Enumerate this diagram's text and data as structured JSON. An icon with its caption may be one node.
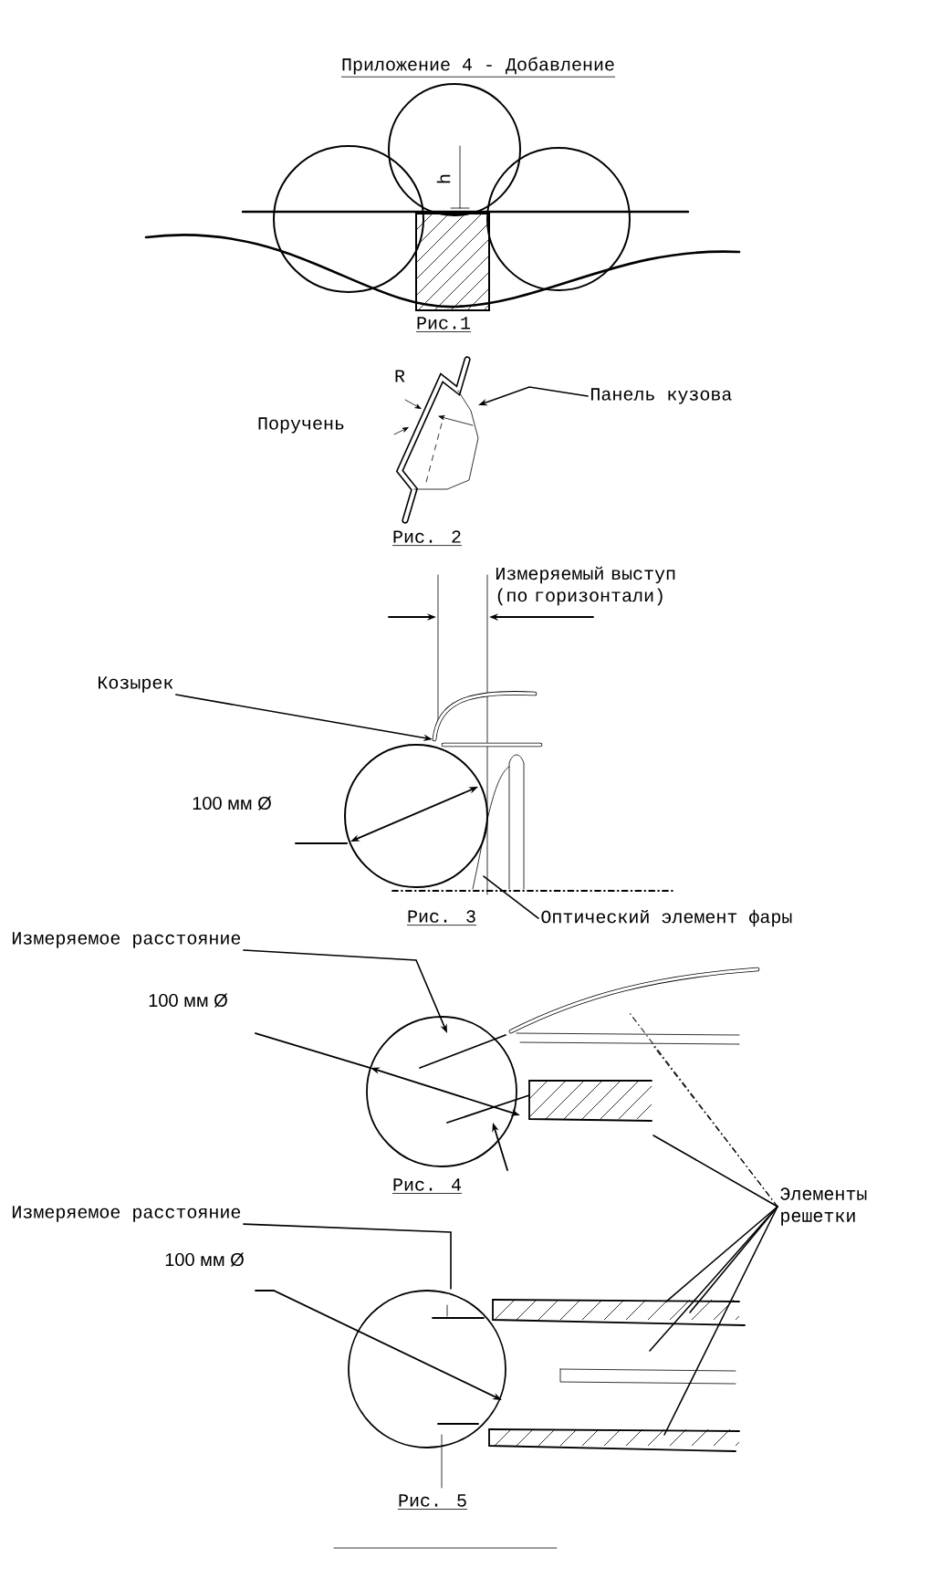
{
  "diagram": {
    "title": "Приложение 4 - Добавление",
    "nodes": [
      {
        "text": [],
        "shape": "picture"
      },
      {
        "text": [
          "Панель кузова"
        ]
      },
      {
        "text": [],
        "shape": "picture"
      },
      {
        "text": [
          "Козырек"
        ]
      },
      {
        "text": [
          "Оптический элемент фары"
        ]
      },
      {
        "text": [
          "Измеряемое расстояние"
        ]
      },
      {
        "text": [],
        "shape": "picture"
      },
      {
        "text": [
          "Элементы решетки"
        ]
      },
      {
        "text": [
          "Измеряемое расстояние"
        ]
      },
      {
        "text": [],
        "shape": "picture"
      }
    ],
    "edges": [
      {
        "from": 1,
        "to": 0,
        "arrow": "to"
      },
      {
        "from": 3,
        "to": 2,
        "arrow": "to"
      },
      {
        "from": 4,
        "to": 2,
        "arrow": "none"
      },
      {
        "from": 5,
        "to": 6,
        "arrow": "to"
      },
      {
        "from": 7,
        "to": 6,
        "arrow": "none",
        "style": "dashed"
      },
      {
        "from": 7,
        "to": 6,
        "arrow": "none",
        "style": "dashed"
      },
      {
        "from": 7,
        "to": 6,
        "arrow": "none"
      },
      {
        "from": 7,
        "to": 9,
        "arrow": "none"
      },
      {
        "from": 7,
        "to": 9,
        "arrow": "none"
      },
      {
        "from": 7,
        "to": 9,
        "arrow": "none"
      },
      {
        "from": 7,
        "to": 9,
        "arrow": "none"
      },
      {
        "from": 8,
        "to": 9,
        "arrow": "none"
      }
    ],
    "labels": [
      "h",
      "Рис.1",
      "R",
      "Поручень",
      "Рис. 2",
      "Измеряемый выступ (по горизонтали)",
      "100 мм Ø",
      "Рис. 3",
      "100 мм Ø",
      "Рис. 4",
      "100 мм Ø",
      "Рис. 5"
    ]
  }
}
